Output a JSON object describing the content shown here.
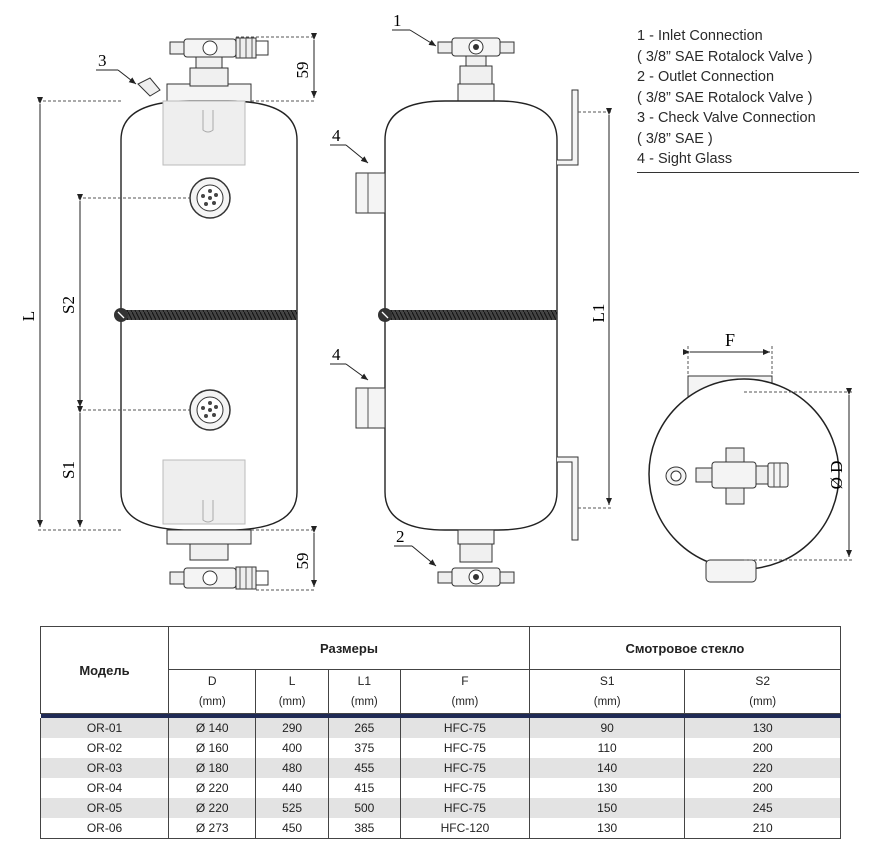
{
  "drawing": {
    "callouts": [
      "1",
      "2",
      "3",
      "4",
      "4"
    ],
    "dimensions": {
      "top_59": "59",
      "bottom_59": "59",
      "L": "L",
      "S2": "S2",
      "S1": "S1",
      "L1": "L1",
      "F": "F",
      "D": "Ø D"
    }
  },
  "legend": [
    "1 - Inlet Connection",
    "( 3/8” SAE Rotalock Valve )",
    "2 - Outlet Connection",
    "( 3/8” SAE Rotalock Valve )",
    "3 - Check Valve Connection",
    "( 3/8” SAE )",
    "4 - Sight Glass"
  ],
  "table": {
    "model_header": "Модель",
    "sizes_header": "Размеры",
    "sightglass_header": "Смотровое стекло",
    "columns": [
      {
        "name": "D",
        "unit": "(mm)"
      },
      {
        "name": "L",
        "unit": "(mm)"
      },
      {
        "name": "L1",
        "unit": "(mm)"
      },
      {
        "name": "F",
        "unit": "(mm)"
      },
      {
        "name": "S1",
        "unit": "(mm)"
      },
      {
        "name": "S2",
        "unit": "(mm)"
      }
    ],
    "rows": [
      [
        "OR-01",
        "Ø  140",
        "290",
        "265",
        "HFC-75",
        "90",
        "130"
      ],
      [
        "OR-02",
        "Ø  160",
        "400",
        "375",
        "HFC-75",
        "110",
        "200"
      ],
      [
        "OR-03",
        "Ø  180",
        "480",
        "455",
        "HFC-75",
        "140",
        "220"
      ],
      [
        "OR-04",
        "Ø  220",
        "440",
        "415",
        "HFC-75",
        "130",
        "200"
      ],
      [
        "OR-05",
        "Ø  220",
        "525",
        "500",
        "HFC-75",
        "150",
        "245"
      ],
      [
        "OR-06",
        "Ø  273",
        "450",
        "385",
        "HFC-120",
        "130",
        "210"
      ]
    ]
  }
}
